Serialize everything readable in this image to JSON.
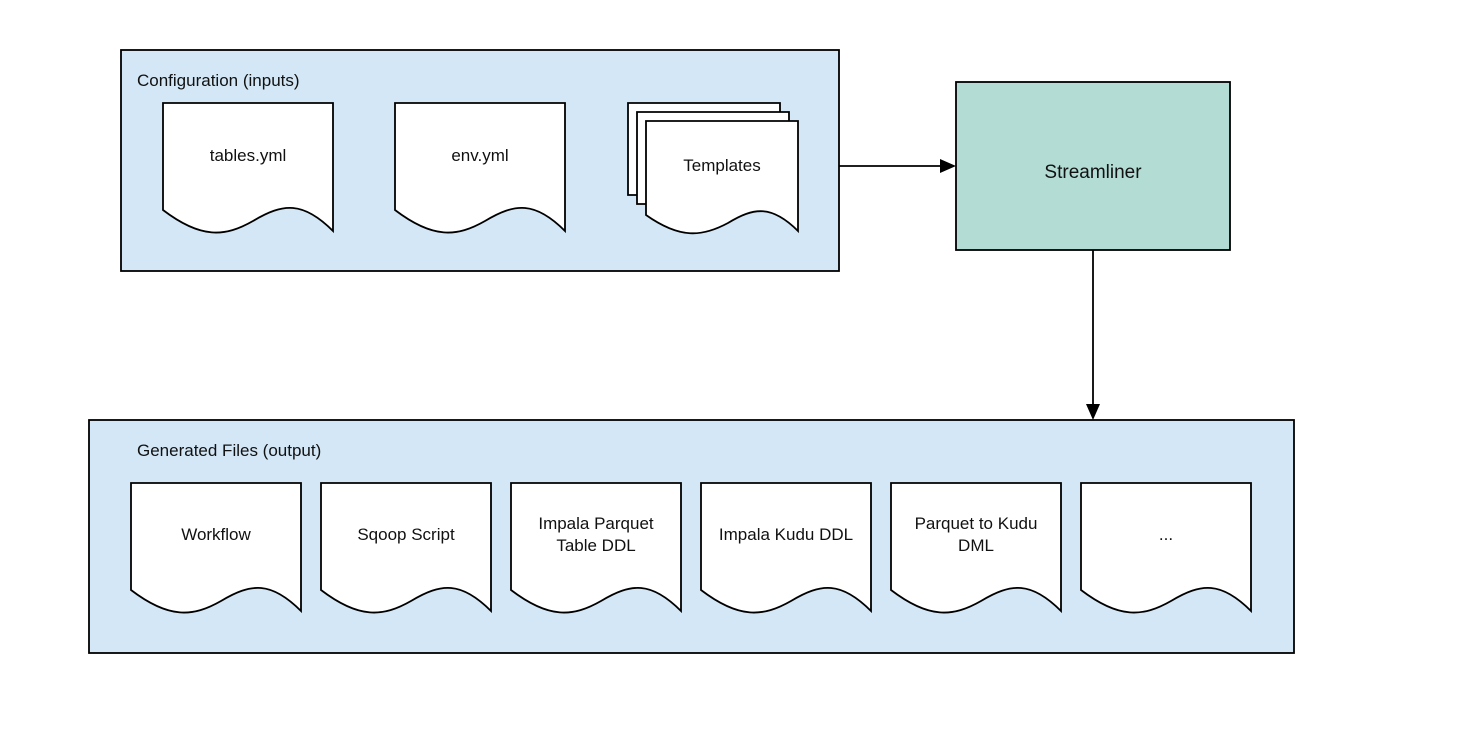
{
  "input_group": {
    "title": "Configuration (inputs)",
    "files": [
      {
        "lines": [
          "tables.yml"
        ]
      },
      {
        "lines": [
          "env.yml"
        ]
      },
      {
        "lines": [
          "Templates"
        ]
      }
    ]
  },
  "process": {
    "label": "Streamliner"
  },
  "output_group": {
    "title": "Generated Files (output)",
    "files": [
      {
        "lines": [
          "Workflow"
        ]
      },
      {
        "lines": [
          "Sqoop Script"
        ]
      },
      {
        "lines": [
          "Impala Parquet",
          "Table DDL"
        ]
      },
      {
        "lines": [
          "Impala Kudu DDL"
        ]
      },
      {
        "lines": [
          "Parquet to Kudu",
          "DML"
        ]
      },
      {
        "lines": [
          "..."
        ]
      }
    ]
  },
  "colors": {
    "container_fill": "#d4e7f6",
    "process_fill": "#b3ddd4",
    "document_fill": "#ffffff",
    "stroke": "#000000"
  }
}
